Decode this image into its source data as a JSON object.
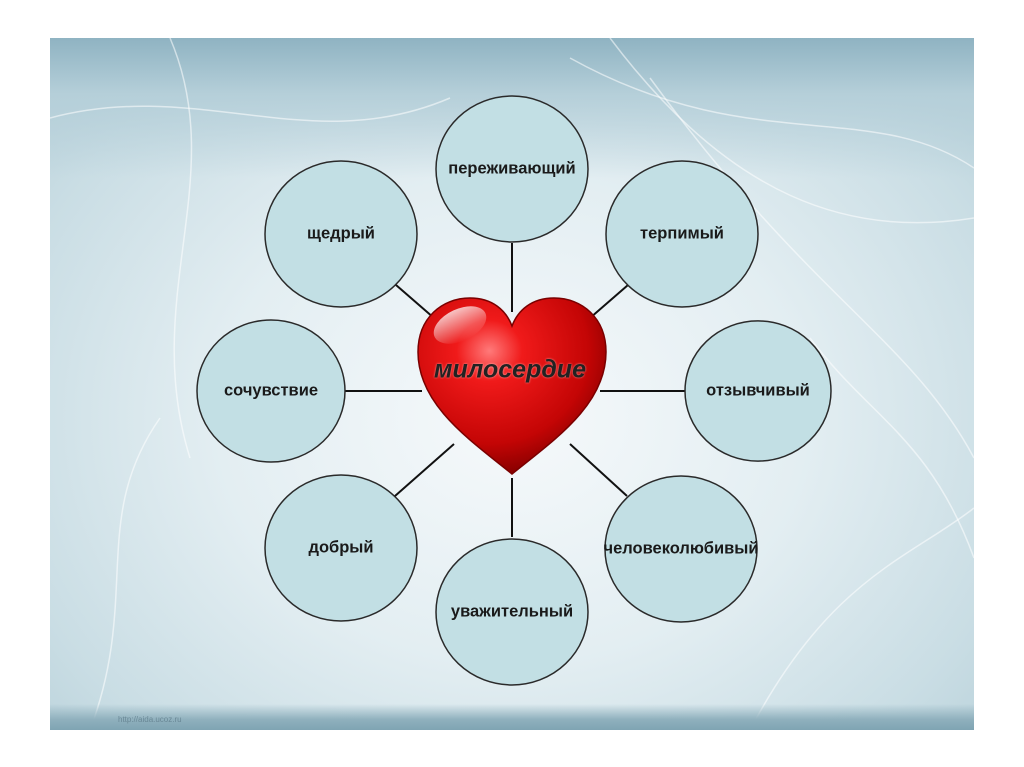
{
  "center": {
    "label": "милосердие",
    "color": "#d10b0b"
  },
  "nodes": [
    {
      "id": "perezhivayushchiy",
      "label": "переживающий"
    },
    {
      "id": "terpimyy",
      "label": "терпимый"
    },
    {
      "id": "otzyvchivyy",
      "label": "отзывчивый"
    },
    {
      "id": "chelovekolyubivyy",
      "label": "человеколюбивый"
    },
    {
      "id": "uvazhitelnyy",
      "label": "уважительный"
    },
    {
      "id": "dobryy",
      "label": "добрый"
    },
    {
      "id": "sochuvstvie",
      "label": "сочувствие"
    },
    {
      "id": "shchedryy",
      "label": "щедрый"
    }
  ],
  "node_fill": "#c2dfe4",
  "node_stroke": "#2a2a2a",
  "watermark": "http://aida.ucoz.ru"
}
